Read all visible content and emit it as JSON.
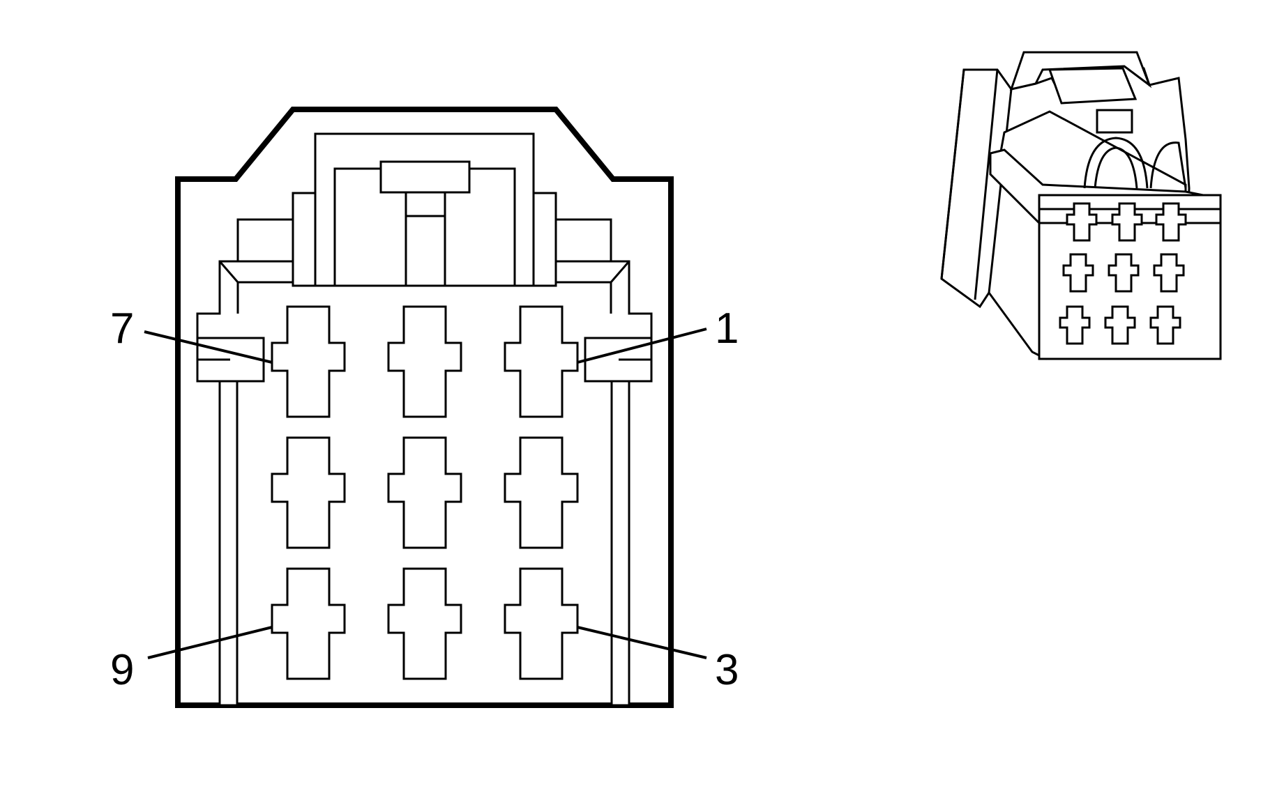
{
  "pin_labels": {
    "top_left": "7",
    "top_right": "1",
    "bottom_left": "9",
    "bottom_right": "3"
  },
  "line_color": "#000000",
  "background_color": "#ffffff"
}
